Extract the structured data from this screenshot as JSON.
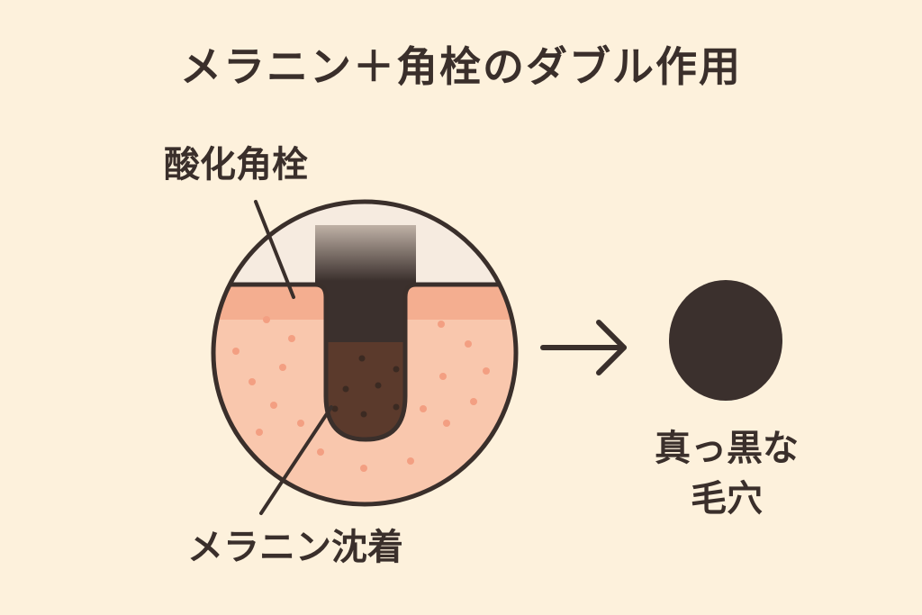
{
  "title": "メラニン＋角栓のダブル作用",
  "labels": {
    "oxidized_plug": "酸化角栓",
    "melanin_deposit": "メラニン沈着",
    "result_line1": "真っ黒な",
    "result_line2": "毛穴"
  },
  "colors": {
    "background": "#fdf1dc",
    "text": "#3a2f2b",
    "skin": "#f9c7ad",
    "skin_top": "#f4ae90",
    "dots": "#f39f82",
    "plug_dark": "#3b302d",
    "melanin": "#5b3a2c",
    "outline": "#3a2f2b"
  },
  "icons": [
    "arrow-right-icon",
    "black-pore-icon"
  ]
}
